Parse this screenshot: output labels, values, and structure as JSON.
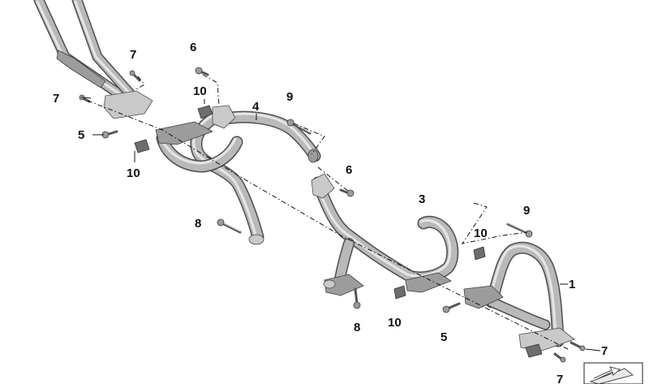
{
  "callouts": {
    "c1": "1",
    "c3": "3",
    "c4": "4",
    "c5a": "5",
    "c5b": "5",
    "c6a": "6",
    "c6b": "6",
    "c7a": "7",
    "c7b": "7",
    "c7c": "7",
    "c7d": "7",
    "c8a": "8",
    "c8b": "8",
    "c9a": "9",
    "c9b": "9",
    "c10a": "10",
    "c10b": "10",
    "c10c": "10",
    "c10d": "10"
  },
  "colors": {
    "tube_fill": "#b9b9b9",
    "tube_outline": "#4e4e4e",
    "callout_text": "#111111",
    "background": "#ffffff"
  },
  "icons": {
    "corner_symbol": "sheet-arrow-icon"
  }
}
